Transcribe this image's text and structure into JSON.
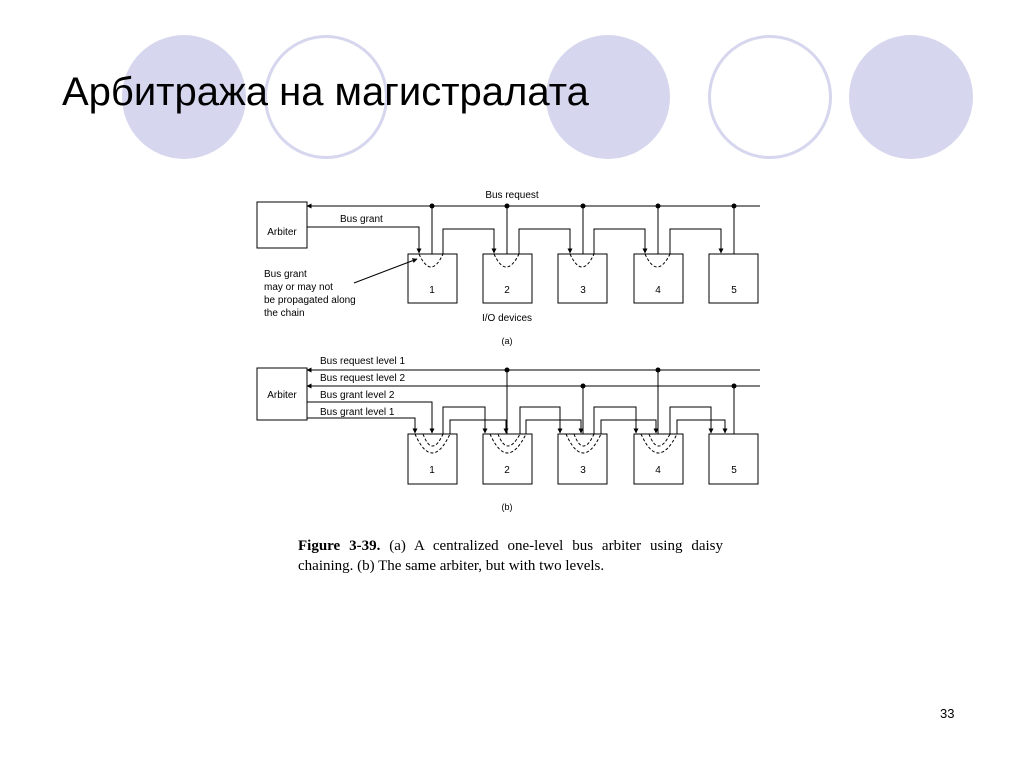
{
  "slide": {
    "title": "Арбитража на магистралата",
    "page_number": "33",
    "accent_color": "#d6d6ee"
  },
  "figure": {
    "part_a": {
      "arbiter_label": "Arbiter",
      "bus_request_label": "Bus request",
      "bus_grant_label": "Bus grant",
      "note_lines": [
        "Bus grant",
        "may or may not",
        "be propagated along",
        "the chain"
      ],
      "devices": [
        "1",
        "2",
        "3",
        "4",
        "5"
      ],
      "devices_label": "I/O devices",
      "sub_label": "(a)"
    },
    "part_b": {
      "arbiter_label": "Arbiter",
      "line_labels": [
        "Bus request level 1",
        "Bus request level 2",
        "Bus grant level 2",
        "Bus grant level 1"
      ],
      "devices": [
        "1",
        "2",
        "3",
        "4",
        "5"
      ],
      "sub_label": "(b)"
    },
    "caption": {
      "label": "Figure 3-39.",
      "text": "(a) A centralized one-level bus arbiter using daisy chaining. (b) The same arbiter, but with two levels."
    }
  }
}
